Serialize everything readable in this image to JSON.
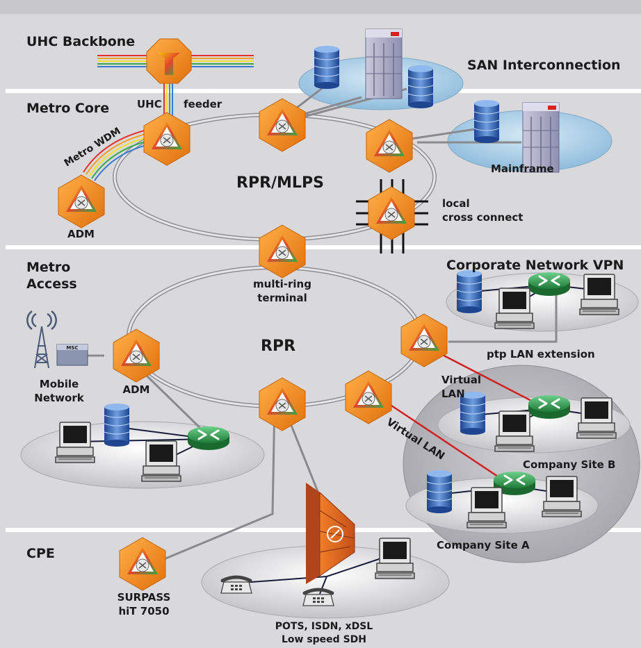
{
  "sections": {
    "uhc_backbone": "UHC Backbone",
    "metro_core": "Metro Core",
    "metro_access_1": "Metro",
    "metro_access_2": "Access",
    "cpe": "CPE"
  },
  "labels": {
    "san": "SAN Interconnection",
    "uhc": "UHC",
    "feeder": "feeder",
    "metro_wdm": "Metro WDM",
    "rpr_mlps": "RPR/MLPS",
    "adm_core": "ADM",
    "mainframe": "Mainframe",
    "local_1": "local",
    "local_2": "cross connect",
    "multiring_1": "multi-ring",
    "multiring_2": "terminal",
    "corp_vpn": "Corporate Network VPN",
    "rpr": "RPR",
    "ptp": "ptp LAN extension",
    "msc": "MSC",
    "mobile_1": "Mobile",
    "mobile_2": "Network",
    "adm_access": "ADM",
    "vlan1_1": "Virtual",
    "vlan1_2": "LAN",
    "vlan2": "Virtual LAN",
    "site_b": "Company Site B",
    "site_a": "Company Site A",
    "surpass_1": "SURPASS",
    "surpass_2": "hiT 7050",
    "pots_1": "POTS, ISDN, xDSL",
    "pots_2": "Low speed SDH"
  },
  "colors": {
    "background": "#d9d9db",
    "divider": "#ffffff",
    "node_orange": "#f08a1c",
    "router_green": "#2d9a4a",
    "storage_blue": "#2f5da8",
    "vlan_red": "#d02020",
    "cloud_blue": "#a9cde6"
  }
}
